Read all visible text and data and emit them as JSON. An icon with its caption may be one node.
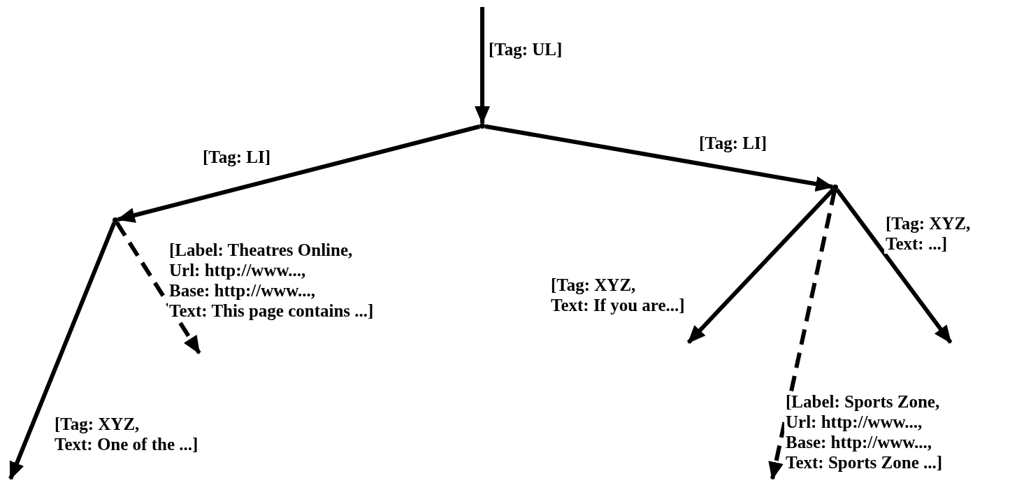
{
  "diagram": {
    "nodes": [
      {
        "text": [],
        "shape": "dot"
      },
      {
        "text": [],
        "shape": "dot"
      },
      {
        "text": [],
        "shape": "dot"
      }
    ],
    "edges": [
      {
        "from": null,
        "to": 0,
        "arrow": "to",
        "label": "[Tag: UL]"
      },
      {
        "from": 0,
        "to": 1,
        "arrow": "to",
        "label": "[Tag: LI]"
      },
      {
        "from": 0,
        "to": 2,
        "arrow": "to",
        "label": "[Tag: LI]"
      },
      {
        "from": 1,
        "to": null,
        "arrow": "to",
        "label": "[Tag: XYZ, Text: One of the ...]"
      },
      {
        "from": 1,
        "to": null,
        "arrow": "to",
        "style": "dashed",
        "label": "[Label: Theatres Online, Url: http://www..., Base: http://www..., Text: This page contains ...]"
      },
      {
        "from": 2,
        "to": null,
        "arrow": "to",
        "label": "[Tag: XYZ, Text: If you are...]"
      },
      {
        "from": 2,
        "to": null,
        "arrow": "to",
        "style": "dashed",
        "label": "[Label: Sports Zone, Url: http://www..., Base: http://www..., Text: Sports Zone ...]"
      },
      {
        "from": 2,
        "to": null,
        "arrow": "to",
        "label": "[Tag: XYZ, Text: ...]"
      }
    ]
  }
}
